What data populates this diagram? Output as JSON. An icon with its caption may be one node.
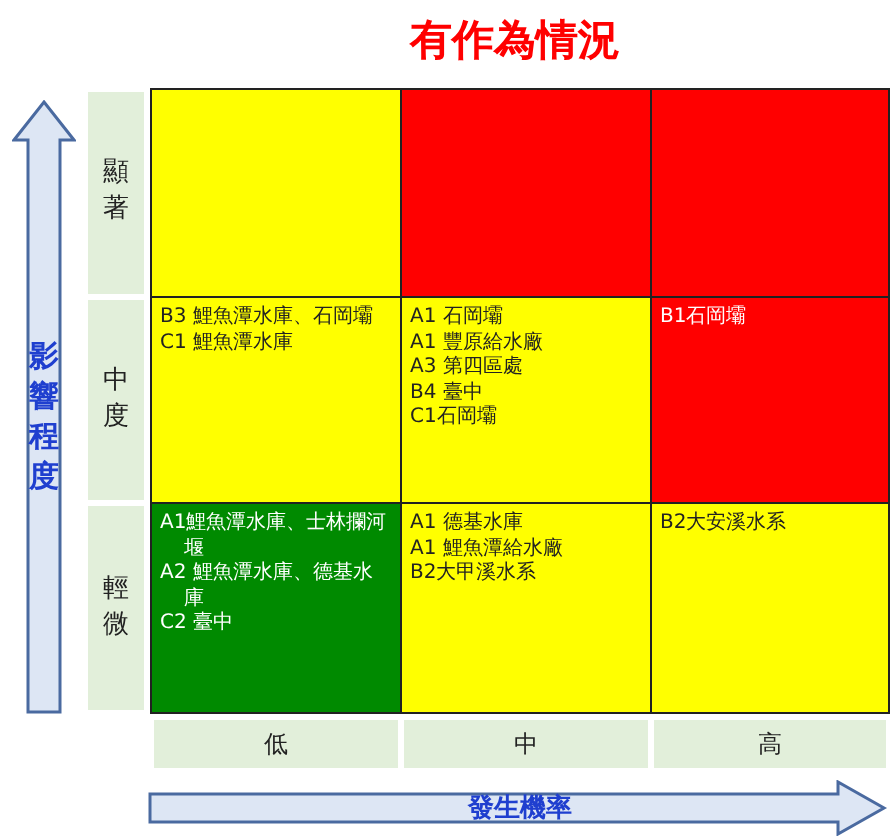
{
  "diagram": {
    "title": "有作為情況",
    "labels": [
      "影響程度",
      "顯著",
      "中度",
      "B3 鯉魚潭水庫、石岡壩",
      "C1 鯉魚潭水庫",
      "A1 石岡壩",
      "A1 豐原給水廠",
      "A3 第四區處",
      "B4 臺中",
      "C1石岡壩",
      "B1石岡壩",
      "輕微",
      "A1鯉魚潭水庫、士林攔河堰",
      "A2 鯉魚潭水庫、德基水庫",
      "C2 臺中",
      "A1 德基水庫",
      "A1 鯉魚潭給水廠",
      "B2大甲溪水系",
      "B2大安溪水系",
      "低",
      "中",
      "高",
      "發生機率"
    ]
  }
}
